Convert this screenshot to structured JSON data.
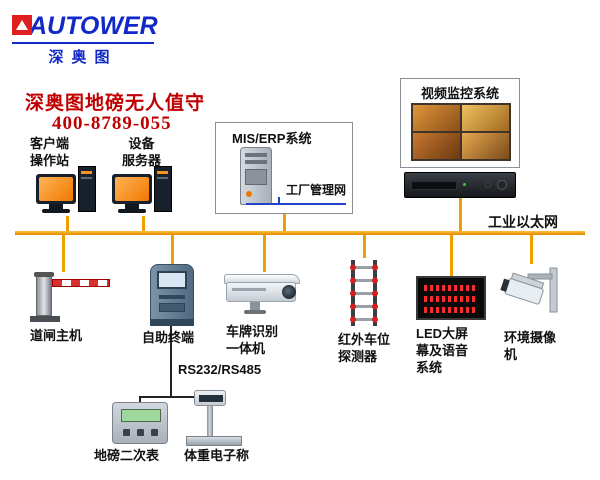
{
  "logo": {
    "brand": "AUTOWER",
    "brand_cn": "深奥图"
  },
  "header": {
    "title": "深奥图地磅无人值守",
    "phone": "400-8789-055"
  },
  "boxes": {
    "mis": {
      "title": "MIS/ERP系统",
      "net_label": "工厂管理网"
    },
    "video": {
      "title": "视频监控系统"
    }
  },
  "bus": {
    "label": "工业以太网"
  },
  "labels": {
    "client_station": "客户端\n操作站",
    "device_server": "设备\n服务器",
    "barrier_host": "道闸主机",
    "kiosk": "自助终端",
    "lpr_camera": "车牌识别\n一体机",
    "ir_detector": "红外车位\n探测器",
    "led_system": "LED大屏\n幕及语音\n系统",
    "env_camera": "环境摄像\n机",
    "serial": "RS232/RS485",
    "indicator": "地磅二次表",
    "scale": "体重电子称"
  },
  "colors": {
    "brand_blue": "#1228c8",
    "accent_red": "#cc0000",
    "bus_orange": "#f09d00"
  }
}
